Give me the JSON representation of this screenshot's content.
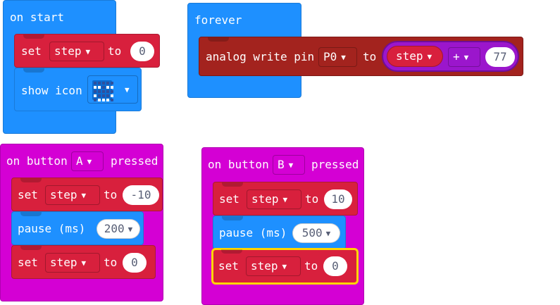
{
  "on_start": {
    "hat_label": "on start",
    "set_block": {
      "set": "set",
      "variable": "step",
      "to": "to",
      "value": "0"
    },
    "show_icon": {
      "label": "show icon",
      "icon": "happy-face-icon"
    }
  },
  "forever": {
    "hat_label": "forever",
    "analog_write": {
      "label": "analog write pin",
      "pin": "P0",
      "to": "to",
      "variable": "step",
      "operator": "+",
      "operand": "77"
    }
  },
  "button_a": {
    "on": "on button",
    "button": "A",
    "pressed": "pressed",
    "set1": {
      "set": "set",
      "variable": "step",
      "to": "to",
      "value": "-10"
    },
    "pause": {
      "label": "pause (ms)",
      "value": "200"
    },
    "set2": {
      "set": "set",
      "variable": "step",
      "to": "to",
      "value": "0"
    }
  },
  "button_b": {
    "on": "on button",
    "button": "B",
    "pressed": "pressed",
    "set1": {
      "set": "set",
      "variable": "step",
      "to": "to",
      "value": "10"
    },
    "pause": {
      "label": "pause (ms)",
      "value": "500"
    },
    "set2": {
      "set": "set",
      "variable": "step",
      "to": "to",
      "value": "0"
    }
  },
  "colors": {
    "basic_blue": "#1e90ff",
    "input_magenta": "#d400d4",
    "variables_red": "#d8203d",
    "pins_dark_red": "#a3231e",
    "math_purple": "#9b16cc",
    "selection_yellow": "#ffd400"
  }
}
